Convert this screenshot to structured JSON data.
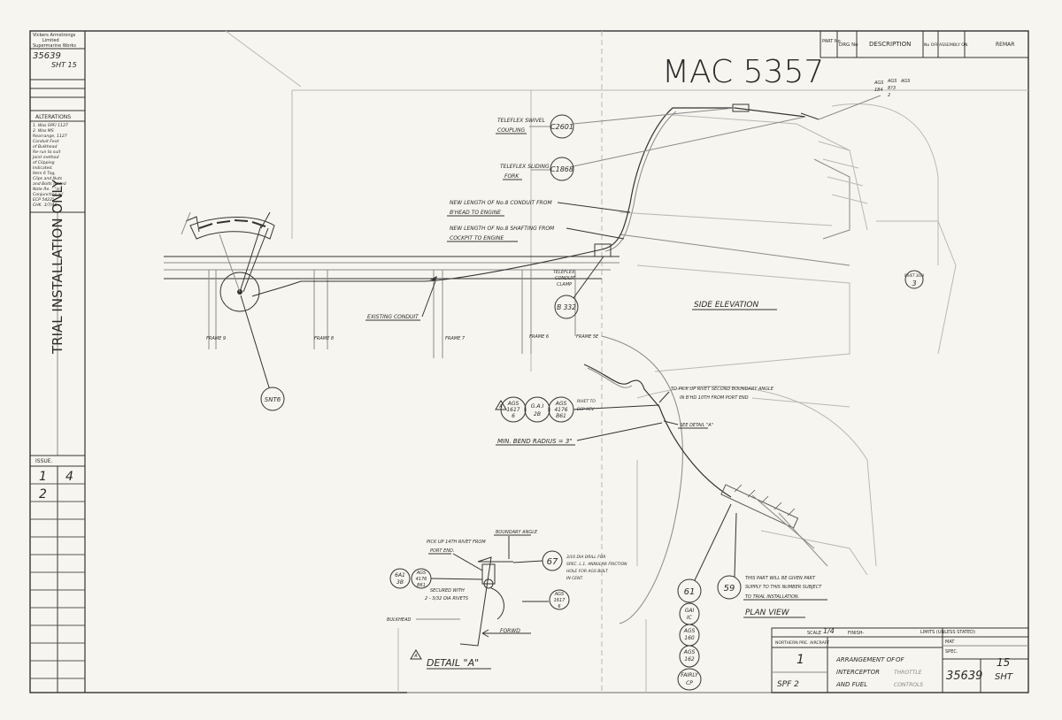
{
  "drawing": {
    "number_large": "MAC 5357",
    "side_elevation_label": "SIDE ELEVATION",
    "plan_view_label": "PLAN VIEW",
    "detail_label": "DETAIL \"A\"",
    "detail_marker": "A",
    "forward_label": "FORWD"
  },
  "left_strip": {
    "company": [
      "Vickers Armstrongs",
      "Limited",
      "Supermarine Works"
    ],
    "drawing_no": "35639",
    "sheet": "SHT 15",
    "alterations_header": "ALTERATIONS",
    "alteration_notes": [
      "1. Was SPF/ 1127",
      "2. Was MS",
      "Rearrange, 1127",
      "Conduit Feat",
      "of Bulkhead",
      "Re-run to suit",
      "Joint method",
      "of Clipping",
      "Indicated.",
      "Item 6 Tag,",
      "Clips and Nuts",
      "and Bolts Added",
      "Note Re. - \"in",
      "Conjunction w/",
      "ECP 5422\"",
      "CHK. 3/7/46"
    ],
    "side_note": "TRIAL INSTALLATION ONLY",
    "issue_header": "ISSUE.",
    "issues": [
      {
        "issue": "1",
        "value": "4"
      },
      {
        "issue": "2",
        "value": ""
      }
    ]
  },
  "header_table": {
    "columns": [
      "PART No",
      "DRG No",
      "DESCRIPTION",
      "No OFF",
      "ASSEMBLY ON",
      "REMAR"
    ]
  },
  "labels": {
    "teleflex_swivel": [
      "TELEFLEX SWIVEL",
      "COUPLING"
    ],
    "teleflex_sliding": [
      "TELEFLEX SLIDING",
      "FORK"
    ],
    "new_length_conduit": [
      "NEW LENGTH OF No.8 CONDUIT FROM",
      "B'HEAD TO ENGINE"
    ],
    "new_length_shafting": [
      "NEW LENGTH OF No.8 SHAFTING FROM",
      "COCKPIT TO ENGINE"
    ],
    "existing_conduit": "EXISTING CONDUIT",
    "teleflex_conduit_clamp": [
      "TELEFLEX",
      "CONDUIT",
      "CLAMP"
    ],
    "frames": [
      "FRAME 9",
      "FRAME 8",
      "FRAME 7",
      "FRAME 6",
      "FRAME 5E"
    ],
    "min_bend_radius": "MIN. BEND RADIUS = 3\"",
    "see_detail_a": "SEE DETAIL \"A\"",
    "pick_up_rivet": [
      "TO PICK UP RIVET SECOND BOUNDARY ANGLE",
      "IN B'HD 10TH FROM PORT END"
    ],
    "pick_up_14th": [
      "PICK UP 14TH RIVET FROM",
      "PORT END."
    ],
    "boundary_angle": "BOUNDARY ANGLE",
    "drill_note": [
      "3/16 DIA DRILL FOR",
      "SPEC. L.1. ANNULAR FRICTION",
      "HOLE FOR AGS BOLT",
      "IN CENT."
    ],
    "secured_with": [
      "SECURED WITH",
      "2 - 3/32 DIA RIVETS"
    ],
    "bulkhead": "BULKHEAD",
    "riveted_note": [
      "RIVET TO",
      "ECP 9CV"
    ],
    "this_part_note": [
      "THIS PART WILL BE GIVEN PART",
      "SUPPLY TO THIS NUMBER SUBJECT",
      "TO TRIAL INSTALLATION."
    ],
    "part_num_hd": "RIVET 30/A",
    "ags_top": [
      "AGS",
      "AGS",
      "AGS",
      "184",
      "8?3",
      "2"
    ]
  },
  "balloons": {
    "c2601": "C2601",
    "c1868": "C1868",
    "b332": "B 332",
    "snt6": "SNT6",
    "s59": "59",
    "s61": "61",
    "s67": "67",
    "s3": "3",
    "ags_a": [
      "AGS",
      "1617",
      "6"
    ],
    "ags_b": [
      "G.A.I",
      "2B"
    ],
    "ags_c": [
      "AGS",
      "4176",
      "B61"
    ],
    "det_6a1": [
      "6A1",
      "3B"
    ],
    "det_ags": [
      "AGS",
      "4176",
      "B61"
    ],
    "det_ags2": [
      "AGS",
      "1617",
      "6"
    ],
    "stack": [
      "GAI",
      "IC",
      "AGS",
      "160",
      "AGS",
      "162"
    ],
    "fairy": [
      "FAIRLY",
      "CP"
    ]
  },
  "title_block": {
    "scale_label": "SCALE",
    "scale_value": "1/4",
    "finish_label": "FINISH-",
    "limits_label": "LIMITS (UNLESS STATED)",
    "north_label": "NORTHERN PRE. AIRCRAFT",
    "mat_label": "MAT",
    "spec_label": "SPEC.",
    "issue_value": "1",
    "spf_value": "SPF 2",
    "title_lines": [
      "ARRANGEMENT OF",
      "INTERCEPTOR",
      "AND FUEL"
    ],
    "title_lines_b": [
      "OF",
      "THROTTLE",
      "CONTROLS"
    ],
    "drawing_no": "35639",
    "sheet_no": "15",
    "sheet_label": "SHT"
  }
}
